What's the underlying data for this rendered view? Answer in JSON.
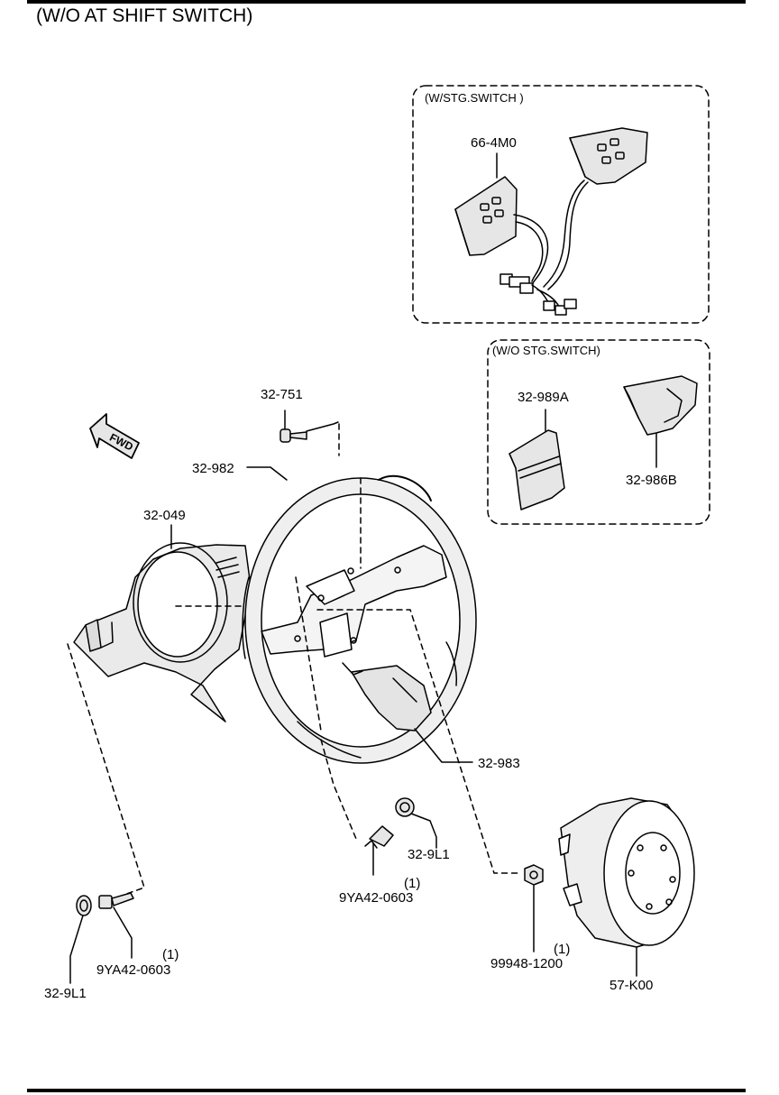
{
  "title": "(W/O AT SHIFT SWITCH)",
  "boxes": {
    "with_switch": "(W/STG.SWITCH )",
    "without_switch": "(W/O STG.SWITCH)"
  },
  "fwd_label": "FWD",
  "labels": {
    "p664m0": "66-4M0",
    "p32989a": "32-989A",
    "p32986b": "32-986B",
    "p32751": "32-751",
    "p32982": "32-982",
    "p32049": "32-049",
    "p32983": "32-983",
    "p329l1_center": "32-9L1",
    "p9ya42_center": "9YA42-0603",
    "q9ya42_center": "(1)",
    "p329l1_left": "32-9L1",
    "p9ya42_left": "9YA42-0603",
    "q9ya42_left": "(1)",
    "p99948": "99948-1200",
    "q99948": "(1)",
    "p57k00": "57-K00"
  }
}
